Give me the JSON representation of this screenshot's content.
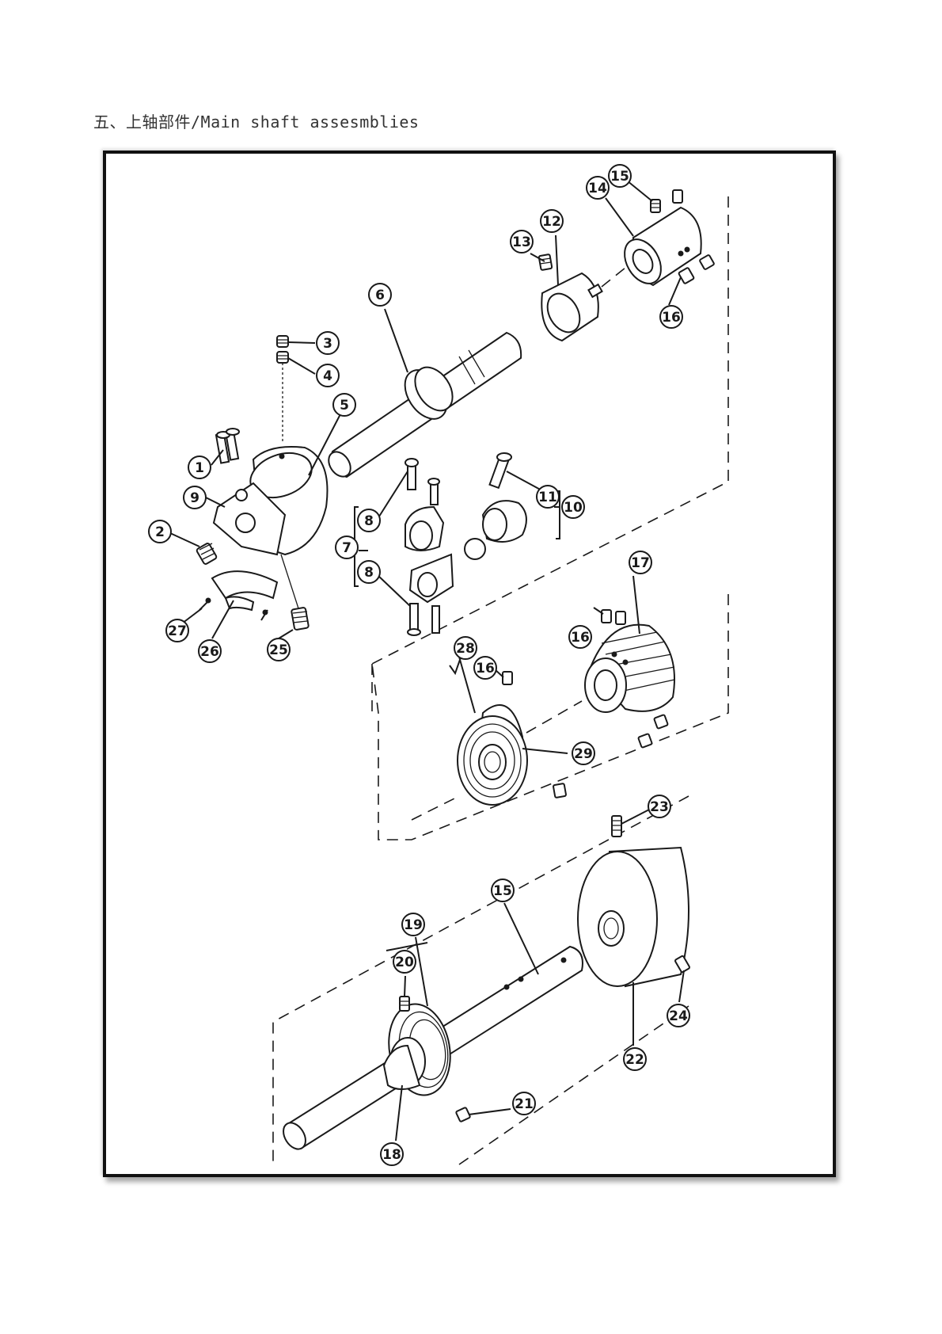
{
  "heading": "五、上轴部件/Main shaft assesmblies",
  "diagram": {
    "callouts": [
      {
        "n": "1"
      },
      {
        "n": "2"
      },
      {
        "n": "3"
      },
      {
        "n": "4"
      },
      {
        "n": "5"
      },
      {
        "n": "6"
      },
      {
        "n": "7"
      },
      {
        "n": "8"
      },
      {
        "n": "8"
      },
      {
        "n": "9"
      },
      {
        "n": "10"
      },
      {
        "n": "11"
      },
      {
        "n": "12"
      },
      {
        "n": "13"
      },
      {
        "n": "14"
      },
      {
        "n": "15"
      },
      {
        "n": "16"
      },
      {
        "n": "16"
      },
      {
        "n": "16"
      },
      {
        "n": "17"
      },
      {
        "n": "18"
      },
      {
        "n": "19"
      },
      {
        "n": "20"
      },
      {
        "n": "21"
      },
      {
        "n": "15"
      },
      {
        "n": "22"
      },
      {
        "n": "23"
      },
      {
        "n": "24"
      },
      {
        "n": "25"
      },
      {
        "n": "26"
      },
      {
        "n": "27"
      },
      {
        "n": "28"
      },
      {
        "n": "29"
      }
    ]
  }
}
